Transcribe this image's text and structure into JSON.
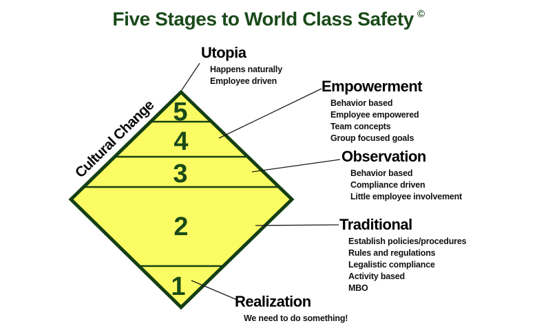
{
  "title": {
    "text": "Five Stages to World Class Safety",
    "copyright_symbol": "©"
  },
  "colors": {
    "green_text": "#1A4A1A",
    "diamond_fill": "#FBFB63",
    "diamond_border": "#143F14",
    "line_black": "#1a1a1a"
  },
  "diamond": {
    "side_label": "Cultural Change",
    "level_numbers": [
      "5",
      "4",
      "3",
      "2",
      "1"
    ]
  },
  "stages": [
    {
      "name": "Utopia",
      "details": [
        "Happens naturally",
        "Employee driven"
      ]
    },
    {
      "name": "Empowerment",
      "details": [
        "Behavior based",
        "Employee empowered",
        "Team concepts",
        "Group focused goals"
      ]
    },
    {
      "name": "Observation",
      "details": [
        "Behavior based",
        "Compliance driven",
        "Little employee involvement"
      ]
    },
    {
      "name": "Traditional",
      "details": [
        "Establish policies/procedures",
        "Rules and regulations",
        "Legalistic compliance",
        "Activity based",
        "MBO"
      ]
    },
    {
      "name": "Realization",
      "details": [
        "We need to do something!"
      ]
    }
  ]
}
